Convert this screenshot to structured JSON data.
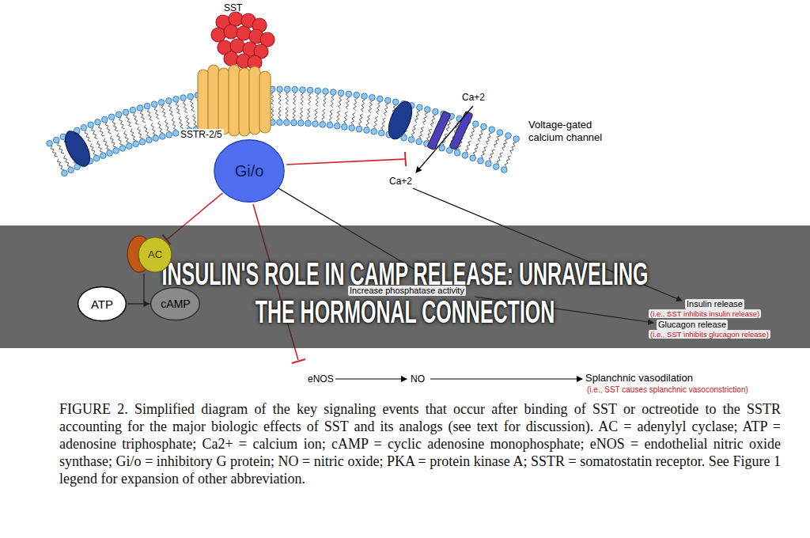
{
  "diagram": {
    "title": "INSULIN'S ROLE IN CAMP RELEASE: UNRAVELING THE HORMONAL CONNECTION",
    "caption": "FIGURE 2. Simplified diagram of the key signaling events that occur after binding of SST or octreotide to the SSTR accounting for the major biologic effects of SST and its analogs (see text for discussion). AC = adenylyl cyclase; ATP = adenosine triphosphate; Ca2+ = calcium ion; cAMP = cyclic adenosine monophosphate; eNOS = endothelial nitric oxide synthase; Gi/o = inhibitory G protein; NO = nitric oxide; PKA = protein kinase A; SSTR = somatostatin receptor. See Figure 1 legend for expansion of other abbreviation.",
    "nodes": [
      {
        "text": [
          "Gi/o"
        ]
      },
      {
        "text": [
          "AC"
        ]
      },
      {
        "text": [
          "ATP"
        ]
      },
      {
        "text": [
          "cAMP"
        ]
      }
    ],
    "edges": [
      {
        "from": 0,
        "to": 1,
        "arrow": "to"
      },
      {
        "from": 2,
        "to": 3,
        "arrow": "to"
      }
    ],
    "labels": [
      "SST",
      "Ca+2",
      "Voltage-gated calcium channel",
      "SSTR-2/5",
      "Ca+2",
      "Increase phosphatase activity",
      "Insulin release",
      "(i.e., SST inhibits insulin release)",
      "Glucagon release",
      "(i.e., SST inhibits glucagon release)",
      "eNOS",
      "NO",
      "Splanchnic vasodilation",
      "(i.e., SST causes splanchnic vasoconstriction)"
    ]
  }
}
